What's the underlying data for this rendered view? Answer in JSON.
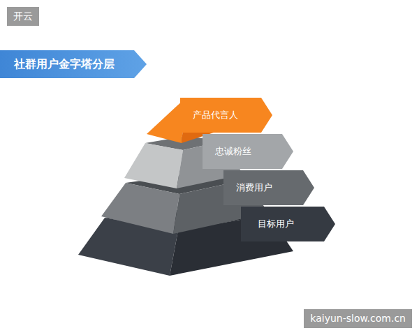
{
  "diagram": {
    "title": "社群用户金字塔分层",
    "nodes": [
      {
        "text": [
          "产品代言人"
        ]
      },
      {
        "text": [
          "忠诚粉丝"
        ]
      },
      {
        "text": [
          "消费用户"
        ]
      },
      {
        "text": [
          "目标用户"
        ]
      }
    ],
    "labels": [
      "开云",
      "kaiyun-slow.com.cn"
    ]
  }
}
